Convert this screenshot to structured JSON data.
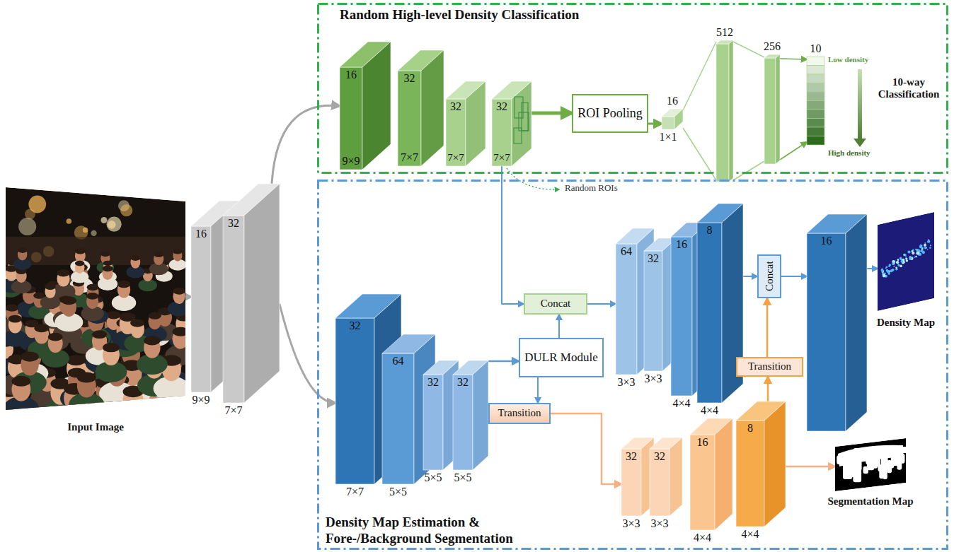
{
  "diagram": {
    "nodes": [
      {
        "text": [
          "Random High-level Density Classification"
        ]
      },
      {
        "text": [
          "Density Map Estimation & Fore-/Background Segmentation"
        ]
      },
      {
        "text": [
          "Input Image"
        ]
      },
      {
        "text": [
          "16",
          "9×9"
        ]
      },
      {
        "text": [
          "32",
          "7×7"
        ]
      },
      {
        "text": [
          "16",
          "9×9"
        ],
        "in": 0
      },
      {
        "text": [
          "32",
          "7×7"
        ],
        "in": 0
      },
      {
        "text": [
          "32",
          "7×7"
        ],
        "in": 0
      },
      {
        "text": [
          "32",
          "7×7"
        ],
        "in": 0
      },
      {
        "text": [
          "ROI Pooling"
        ],
        "in": 0
      },
      {
        "text": [
          "16",
          "1×1"
        ],
        "in": 0
      },
      {
        "text": [
          "512"
        ],
        "in": 0
      },
      {
        "text": [
          "256"
        ],
        "in": 0
      },
      {
        "text": [
          "10"
        ],
        "in": 0
      },
      {
        "text": [
          "32",
          "7×7"
        ],
        "in": 1
      },
      {
        "text": [
          "64",
          "5×5"
        ],
        "in": 1
      },
      {
        "text": [
          "32",
          "5×5"
        ],
        "in": 1
      },
      {
        "text": [
          "32",
          "5×5"
        ],
        "in": 1
      },
      {
        "text": [
          "DULR Module"
        ],
        "in": 1
      },
      {
        "text": [
          "Concat"
        ],
        "in": 1
      },
      {
        "text": [
          "Transition"
        ],
        "in": 1
      },
      {
        "text": [
          "64",
          "3×3"
        ],
        "in": 1
      },
      {
        "text": [
          "32",
          "3×3"
        ],
        "in": 1
      },
      {
        "text": [
          "16",
          "4×4"
        ],
        "in": 1
      },
      {
        "text": [
          "8",
          "4×4"
        ],
        "in": 1
      },
      {
        "text": [
          "Concat"
        ],
        "in": 1
      },
      {
        "text": [
          "Transition"
        ],
        "in": 1
      },
      {
        "text": [
          "16"
        ],
        "in": 1
      },
      {
        "text": [
          "Density Map"
        ],
        "in": 1
      },
      {
        "text": [
          "32",
          "3×3"
        ],
        "in": 1
      },
      {
        "text": [
          "32",
          "3×3"
        ],
        "in": 1
      },
      {
        "text": [
          "16",
          "4×4"
        ],
        "in": 1
      },
      {
        "text": [
          "8",
          "4×4"
        ],
        "in": 1
      },
      {
        "text": [
          "Segmentation Map"
        ],
        "in": 1
      }
    ],
    "edges": [
      {
        "from": 2,
        "to": 3,
        "arrow": "to"
      },
      {
        "from": 4,
        "to": 5,
        "arrow": "to"
      },
      {
        "from": 4,
        "to": 14,
        "arrow": "to"
      },
      {
        "from": 8,
        "to": 9,
        "arrow": "to"
      },
      {
        "from": 9,
        "to": 10,
        "arrow": "to"
      },
      {
        "from": 10,
        "to": 11,
        "arrow": "none"
      },
      {
        "from": 11,
        "to": 12,
        "arrow": "none"
      },
      {
        "from": 12,
        "to": 13,
        "arrow": "to"
      },
      {
        "from": 8,
        "to": 19,
        "arrow": "to"
      },
      {
        "from": 17,
        "to": 18,
        "arrow": "to"
      },
      {
        "from": 18,
        "to": 19,
        "arrow": "to"
      },
      {
        "from": 18,
        "to": 20,
        "arrow": "to"
      },
      {
        "from": 19,
        "to": 21,
        "arrow": "to"
      },
      {
        "from": 20,
        "to": 29,
        "arrow": "to"
      },
      {
        "from": 24,
        "to": 25,
        "arrow": "to"
      },
      {
        "from": 32,
        "to": 26,
        "arrow": "to"
      },
      {
        "from": 26,
        "to": 25,
        "arrow": "to"
      },
      {
        "from": 25,
        "to": 27,
        "arrow": "to"
      },
      {
        "from": 27,
        "to": 28,
        "arrow": "to"
      },
      {
        "from": 32,
        "to": 33,
        "arrow": "to"
      }
    ],
    "labels": [
      "Random ROIs",
      "Low density",
      "High density",
      "10-way Classification"
    ]
  }
}
